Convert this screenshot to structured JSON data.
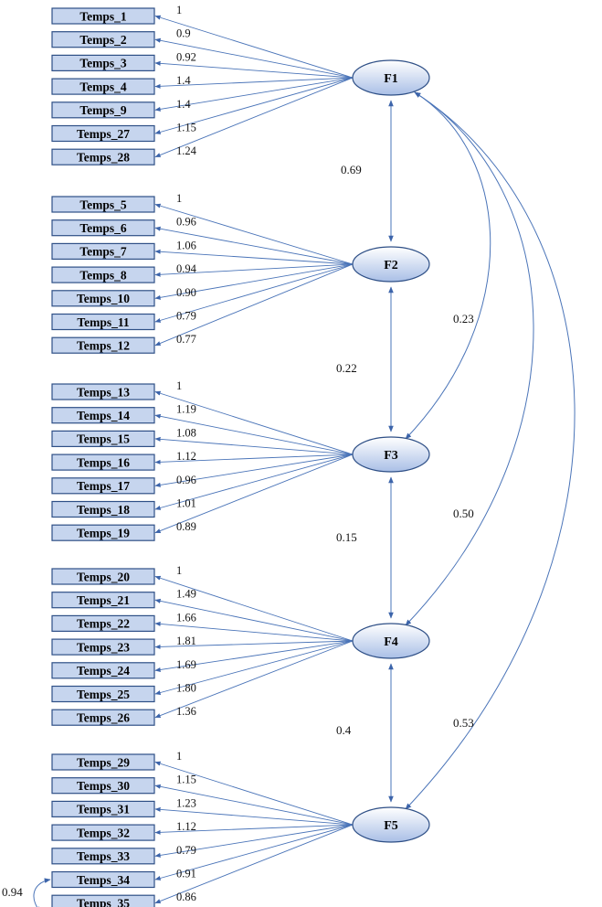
{
  "factors": [
    {
      "name": "F1",
      "indicators": [
        {
          "label": "Temps_1",
          "loading": "1"
        },
        {
          "label": "Temps_2",
          "loading": "0.9"
        },
        {
          "label": "Temps_3",
          "loading": "0.92"
        },
        {
          "label": "Temps_4",
          "loading": "1.4"
        },
        {
          "label": "Temps_9",
          "loading": "1.4"
        },
        {
          "label": "Temps_27",
          "loading": "1.15"
        },
        {
          "label": "Temps_28",
          "loading": "1.24"
        }
      ]
    },
    {
      "name": "F2",
      "indicators": [
        {
          "label": "Temps_5",
          "loading": "1"
        },
        {
          "label": "Temps_6",
          "loading": "0.96"
        },
        {
          "label": "Temps_7",
          "loading": "1.06"
        },
        {
          "label": "Temps_8",
          "loading": "0.94"
        },
        {
          "label": "Temps_10",
          "loading": "0.90"
        },
        {
          "label": "Temps_11",
          "loading": "0.79"
        },
        {
          "label": "Temps_12",
          "loading": "0.77"
        }
      ]
    },
    {
      "name": "F3",
      "indicators": [
        {
          "label": "Temps_13",
          "loading": "1"
        },
        {
          "label": "Temps_14",
          "loading": "1.19"
        },
        {
          "label": "Temps_15",
          "loading": "1.08"
        },
        {
          "label": "Temps_16",
          "loading": "1.12"
        },
        {
          "label": "Temps_17",
          "loading": "0.96"
        },
        {
          "label": "Temps_18",
          "loading": "1.01"
        },
        {
          "label": "Temps_19",
          "loading": "0.89"
        }
      ]
    },
    {
      "name": "F4",
      "indicators": [
        {
          "label": "Temps_20",
          "loading": "1"
        },
        {
          "label": "Temps_21",
          "loading": "1.49"
        },
        {
          "label": "Temps_22",
          "loading": "1.66"
        },
        {
          "label": "Temps_23",
          "loading": "1.81"
        },
        {
          "label": "Temps_24",
          "loading": "1.69"
        },
        {
          "label": "Temps_25",
          "loading": "1.80"
        },
        {
          "label": "Temps_26",
          "loading": "1.36"
        }
      ]
    },
    {
      "name": "F5",
      "indicators": [
        {
          "label": "Temps_29",
          "loading": "1"
        },
        {
          "label": "Temps_30",
          "loading": "1.15"
        },
        {
          "label": "Temps_31",
          "loading": "1.23"
        },
        {
          "label": "Temps_32",
          "loading": "1.12"
        },
        {
          "label": "Temps_33",
          "loading": "0.79"
        },
        {
          "label": "Temps_34",
          "loading": "0.91"
        },
        {
          "label": "Temps_35",
          "loading": "0.86"
        }
      ]
    }
  ],
  "covariances": [
    {
      "from": "F1",
      "to": "F2",
      "value": "0.69"
    },
    {
      "from": "F2",
      "to": "F3",
      "value": "0.22"
    },
    {
      "from": "F3",
      "to": "F4",
      "value": "0.15"
    },
    {
      "from": "F4",
      "to": "F5",
      "value": "0.4"
    },
    {
      "from": "F1",
      "to": "F3",
      "value": "0.23"
    },
    {
      "from": "F1",
      "to": "F4",
      "value": "0.50"
    },
    {
      "from": "F1",
      "to": "F5",
      "value": "0.53"
    }
  ],
  "error_covariances": [
    {
      "from": "Temps_34",
      "to": "Temps_35",
      "value": "0.94"
    }
  ],
  "colors": {
    "box_fill": "#c6d5ee",
    "box_stroke": "#2e4f86",
    "line": "#4a74b8",
    "ellipse_light": "#ffffff",
    "ellipse_dark": "#a9bfe6"
  }
}
